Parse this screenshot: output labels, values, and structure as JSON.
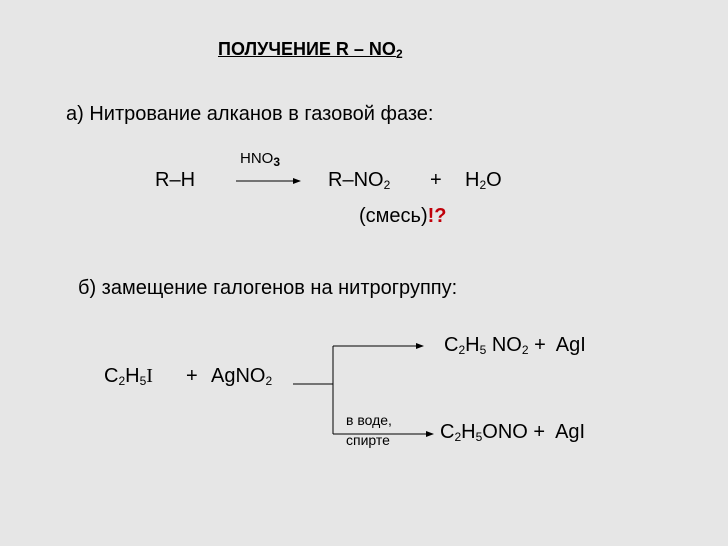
{
  "title": {
    "text": "ПОЛУЧЕНИЕ R – NO",
    "sub": "2"
  },
  "section_a": {
    "heading": "а) Нитрование алканов в газовой фазе:",
    "reactant": "R–H",
    "reagent": {
      "text": "HNO",
      "sub": "3"
    },
    "product1": {
      "text": "R–NO",
      "sub": "2"
    },
    "plus": "+",
    "product2": {
      "pre": "H",
      "sub": "2",
      "post": "O"
    },
    "note": "(смесь)",
    "note_mark": "!?"
  },
  "section_b": {
    "heading": "б) замещение галогенов на нитрогруппу:",
    "reactant": {
      "c": "C",
      "sub1": "2",
      "h": "H",
      "sub2": "5",
      "x": "I"
    },
    "plus": "+",
    "reagent": {
      "text": "AgNO",
      "sub": "2"
    },
    "product_top": {
      "c": "C",
      "sub1": "2",
      "h": "H",
      "sub2": "5",
      "rest": " NO",
      "sub3": "2",
      "tail": " +  AgI"
    },
    "conditions": [
      "в воде,",
      "спирте"
    ],
    "product_bottom": {
      "c": "C",
      "sub1": "2",
      "h": "H",
      "sub2": "5",
      "rest": "ONO",
      "tail": " +  AgI"
    }
  },
  "colors": {
    "background": "#e6e6e6",
    "accent": "#c0000a"
  }
}
